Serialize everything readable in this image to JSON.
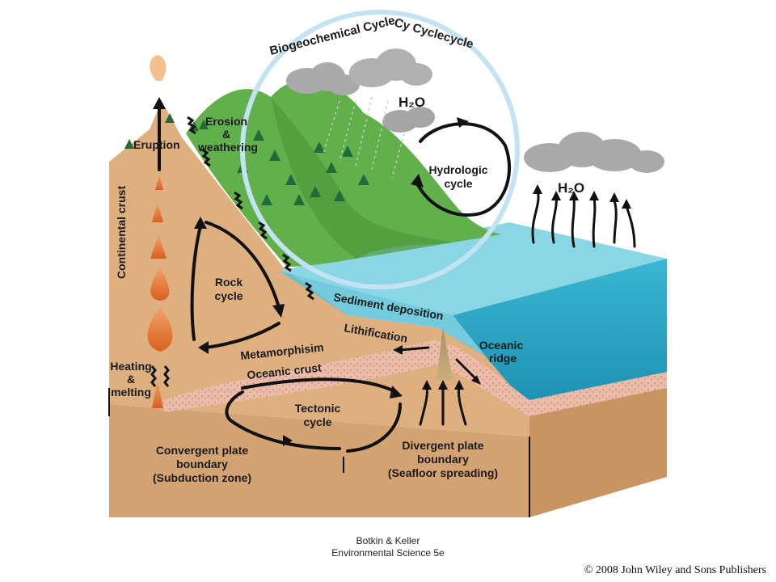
{
  "labels": {
    "biogeochemical_cycle": "Biogeochemical Cycle",
    "cy_cyclecycle": "Cy Cyclecycle",
    "h2o_top": "H₂O",
    "h2o_right": "H₂O",
    "hydrologic_1": "Hydrologic",
    "hydrologic_2": "cycle",
    "eruption": "Eruption",
    "erosion_1": "Erosion",
    "erosion_2": "&",
    "erosion_3": "weathering",
    "continental_crust": "Continental crust",
    "rock_1": "Rock",
    "rock_2": "cycle",
    "sediment_deposition": "Sediment deposition",
    "lithification": "Lithification",
    "metamorphism": "Metamorphisim",
    "oceanic_crust": "Oceanic crust",
    "oceanic_ridge_1": "Oceanic",
    "oceanic_ridge_2": "ridge",
    "heating_1": "Heating",
    "heating_2": "&",
    "heating_3": "melting",
    "tectonic_1": "Tectonic",
    "tectonic_2": "cycle",
    "convergent_1": "Convergent plate",
    "convergent_2": "boundary",
    "convergent_3": "(Subduction zone)",
    "divergent_1": "Divergent plate",
    "divergent_2": "boundary",
    "divergent_3": "(Seafloor spreading)"
  },
  "credit": {
    "line1": "Botkin & Keller",
    "line2": "Environmental Science 5e"
  },
  "copyright": "© 2008 John Wiley and Sons Publishers",
  "colors": {
    "crust": "#d9a978",
    "crust_dark": "#c69363",
    "ocean_top": "#7fd3e3",
    "ocean_side": "#2aa7c4",
    "mountain": "#5fae4a",
    "oceanic_crust": "#eab8a6",
    "magma": "#e0742e",
    "circle": "#bfe0f0",
    "cloud": "#a8a8a8"
  }
}
